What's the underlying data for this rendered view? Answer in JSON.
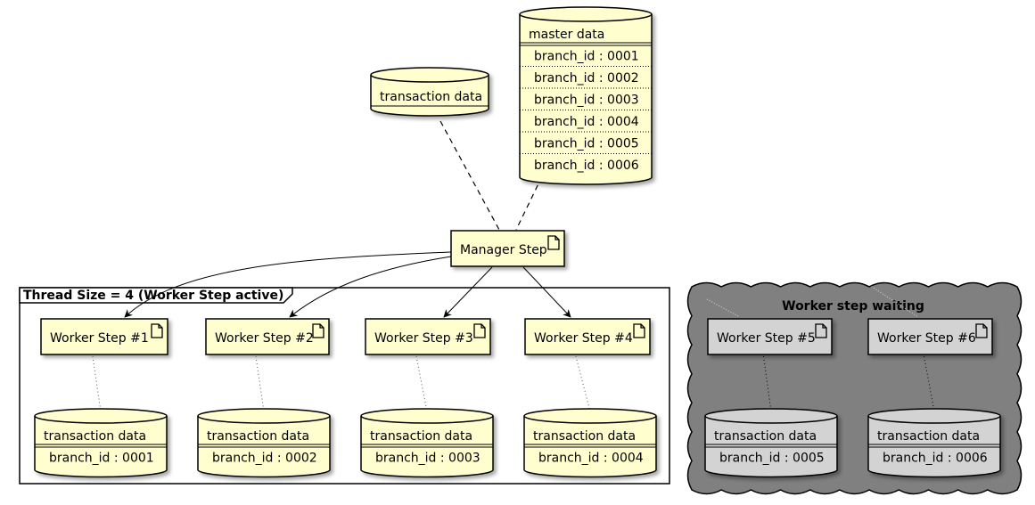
{
  "colors": {
    "node_fill": "#FEFECE",
    "waiting_node_fill": "#D3D3D3",
    "cloud_fill": "#808080",
    "stroke": "#000000"
  },
  "icons": {
    "artifact": "document-icon",
    "database": "database-cylinder-icon"
  },
  "master_data": {
    "title": "master data",
    "rows": [
      "branch_id : 0001",
      "branch_id : 0002",
      "branch_id : 0003",
      "branch_id : 0004",
      "branch_id : 0005",
      "branch_id : 0006"
    ]
  },
  "transaction_source": {
    "title": "transaction data"
  },
  "manager": {
    "label": "Manager Step"
  },
  "active_frame": {
    "title": "Thread Size = 4 (Worker Step active)"
  },
  "waiting_cloud": {
    "title": "Worker step waiting"
  },
  "workers": [
    {
      "label": "Worker Step #1",
      "db_title": "transaction data",
      "db_row": "branch_id : 0001"
    },
    {
      "label": "Worker Step #2",
      "db_title": "transaction data",
      "db_row": "branch_id : 0002"
    },
    {
      "label": "Worker Step #3",
      "db_title": "transaction data",
      "db_row": "branch_id : 0003"
    },
    {
      "label": "Worker Step #4",
      "db_title": "transaction data",
      "db_row": "branch_id : 0004"
    },
    {
      "label": "Worker Step #5",
      "db_title": "transaction data",
      "db_row": "branch_id : 0005"
    },
    {
      "label": "Worker Step #6",
      "db_title": "transaction data",
      "db_row": "branch_id : 0006"
    }
  ]
}
